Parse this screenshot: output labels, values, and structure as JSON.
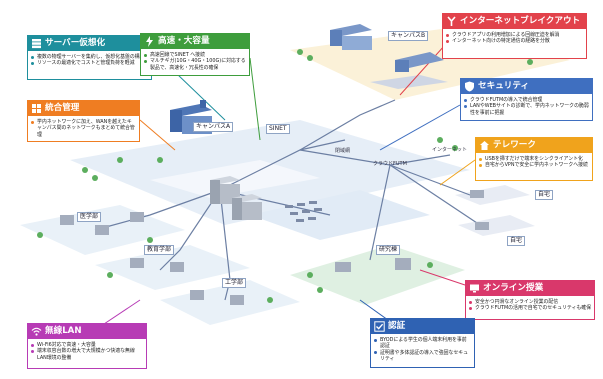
{
  "cards": {
    "server": {
      "title": "サーバー仮想化",
      "color": "#1e8f9d",
      "icon": "server-icon",
      "items": [
        "複数の物理サーバーを集約し、仮想化基盤の構築",
        "リソースの最適化でコストと管理負荷を軽減"
      ]
    },
    "speed": {
      "title": "高速・大容量",
      "color": "#3e9d3c",
      "icon": "lightning-icon",
      "items": [
        "高速回線でSINET へ接続",
        "マルチギガ(10G・40G・100G)に対応する製品で、高速化・冗長性の確保"
      ]
    },
    "breakout": {
      "title": "インターネットブレイクアウト",
      "color": "#e2424b",
      "icon": "y-branch-icon",
      "items": [
        "クラウドアプリの利用増加による回線圧迫を解消",
        "インターネット向けの特定通信の経路を分散"
      ]
    },
    "integrated": {
      "title": "統合管理",
      "color": "#ef7d22",
      "icon": "grid-icon",
      "items": [
        "学内ネットワークに加え、WANを越えたキャンパス間のネットワークもまとめて統合管理"
      ]
    },
    "security": {
      "title": "セキュリティ",
      "color": "#3f6fc0",
      "icon": "shield-icon",
      "items": [
        "クラウドFUTMの導入で統合管理",
        "LANやWEBサイトの診断で、学内ネットワークの脆弱性を事前に把握"
      ]
    },
    "telework": {
      "title": "テレワーク",
      "color": "#f0a31c",
      "icon": "house-icon",
      "items": [
        "USBを挿すだけで端末をシンクライアント化",
        "自宅からVPNで安全に学内ネットワークへ接続"
      ]
    },
    "online": {
      "title": "オンライン授業",
      "color": "#d9386b",
      "icon": "monitor-icon",
      "items": [
        "安全かつ円滑なオンライン授業の配信",
        "クラウドFUTMの活用で自宅でのセキュリティも確保"
      ]
    },
    "auth": {
      "title": "認証",
      "color": "#2f62b3",
      "icon": "check-icon",
      "items": [
        "BYODによる学生の個人端末利用を事前認証",
        "証明書や多体認証の導入で強固なセキュリティ"
      ]
    },
    "wireless": {
      "title": "無線LAN",
      "color": "#b73bb5",
      "icon": "wifi-icon",
      "items": [
        "Wi-Fi6対応で高速・大容量",
        "端末収容台数の増大で大規模かつ快適な無線LAN環境の整備"
      ]
    }
  },
  "labels": {
    "campus_b": "キャンパスB",
    "campus_a": "キャンパスA",
    "sinet": "SINET",
    "closed_net": "閉域網",
    "cloud_futm": "クラウドFUTM",
    "internet": "インターネット",
    "medical": "医学部",
    "education": "教育学部",
    "engineering": "工学部",
    "research": "研究棟",
    "home1": "自宅",
    "home2": "自宅"
  },
  "colors": {
    "platform_light": "#e6eef7",
    "platform_green": "#dff0e2",
    "platform_yellow": "#fbf1d8",
    "platform_blue": "#e1ebf6",
    "line": "#6c7fa3"
  }
}
